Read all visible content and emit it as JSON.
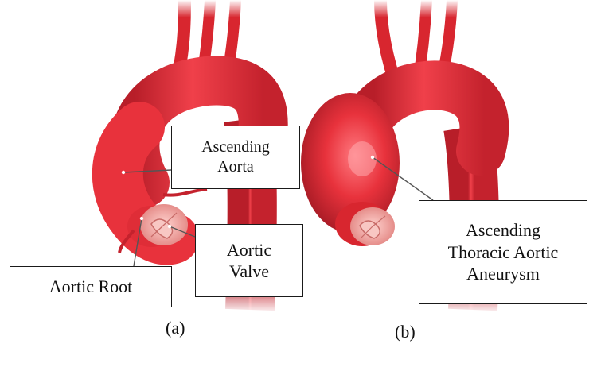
{
  "panel_a": {
    "caption": "(a)",
    "labels": {
      "ascending_aorta": "Ascending\nAorta",
      "aortic_valve": "Aortic\nValve",
      "aortic_root": "Aortic Root"
    }
  },
  "panel_b": {
    "caption": "(b)",
    "labels": {
      "aneurysm": "Ascending\nThoracic Aortic\nAneurysm"
    }
  },
  "colors": {
    "vessel": "#e8323c",
    "vessel_dark": "#b81e29",
    "vessel_light": "#ff7a80",
    "valve": "#f2a3a0",
    "leader_line": "#555555"
  }
}
